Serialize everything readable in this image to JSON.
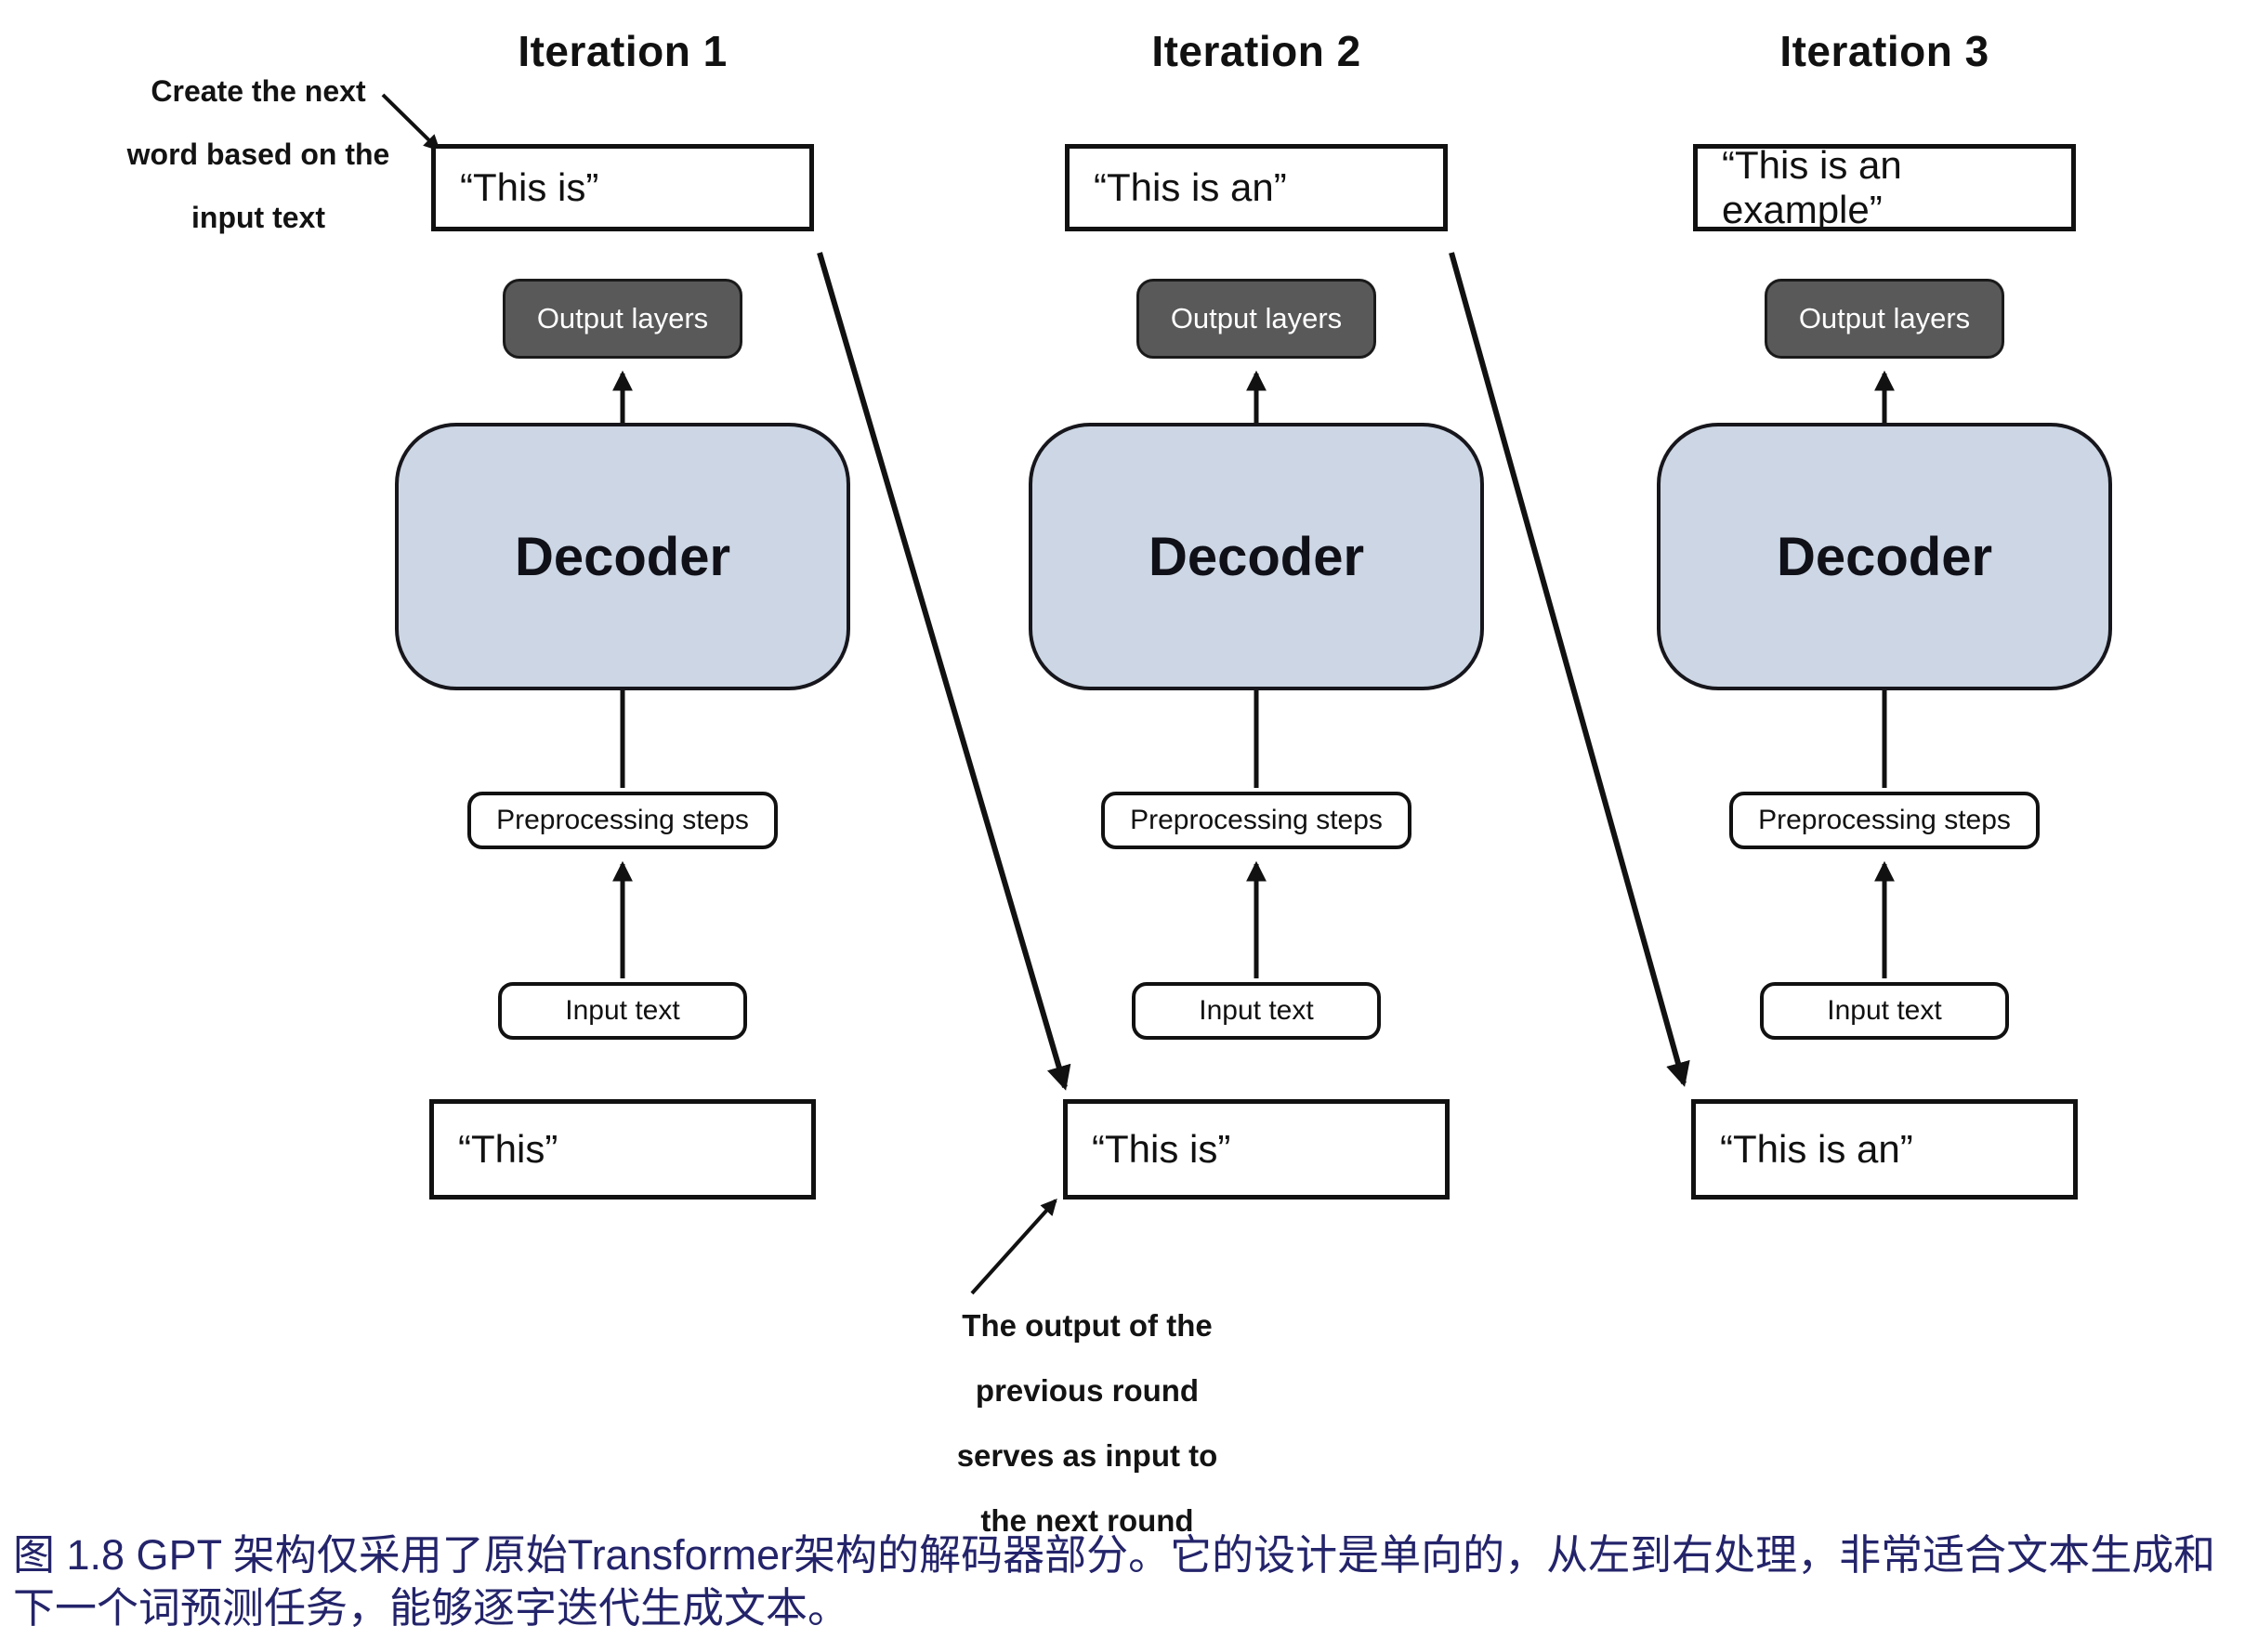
{
  "figure": {
    "annotation_top_left": {
      "lines": [
        "Create the next",
        "word based on the",
        "input text"
      ]
    },
    "annotation_bottom": {
      "lines": [
        "The output of the",
        "previous round",
        "serves as input to",
        "the next round"
      ]
    },
    "iterations": [
      {
        "title": "Iteration 1",
        "generated_text": "“This is”",
        "output_layers_label": "Output layers",
        "decoder_label": "Decoder",
        "preprocessing_label": "Preprocessing steps",
        "input_label": "Input text",
        "input_text": "“This”"
      },
      {
        "title": "Iteration 2",
        "generated_text": "“This is an”",
        "output_layers_label": "Output layers",
        "decoder_label": "Decoder",
        "preprocessing_label": "Preprocessing steps",
        "input_label": "Input text",
        "input_text": "“This is”"
      },
      {
        "title": "Iteration 3",
        "generated_text": "“This is an example”",
        "output_layers_label": "Output layers",
        "decoder_label": "Decoder",
        "preprocessing_label": "Preprocessing steps",
        "input_label": "Input text",
        "input_text": "“This is an”"
      }
    ],
    "caption": "图 1.8  GPT 架构仅采用了原始Transformer架构的解码器部分。它的设计是单向的，从左到右处理，非常适合文本生成和下一个词预测任务，能够逐字迭代生成文本。",
    "colors": {
      "decoder_fill": "#ccd6e4",
      "output_layers_fill": "#595959",
      "caption_color": "#24246b",
      "line_color": "#111111"
    }
  }
}
